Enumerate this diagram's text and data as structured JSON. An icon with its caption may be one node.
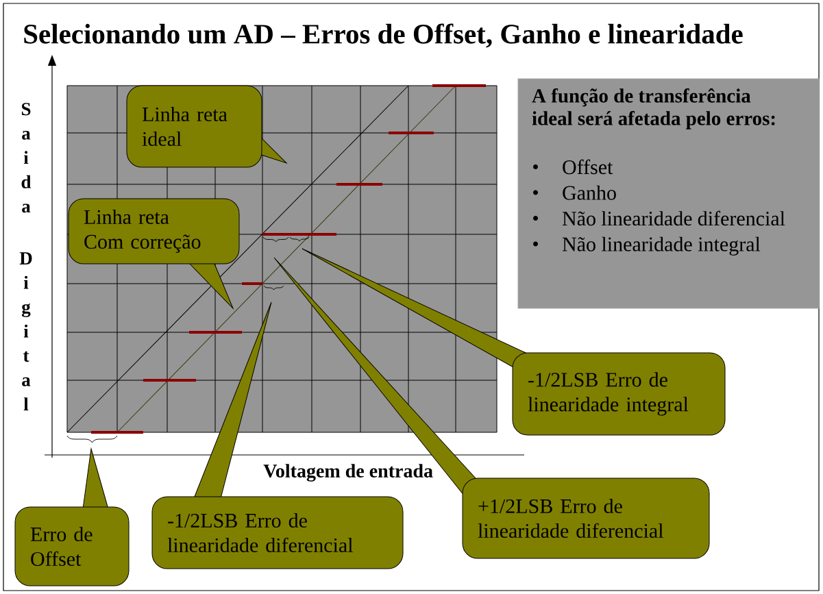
{
  "diagram": {
    "title": "Selecionando um AD – Erros de Offset, Ganho e linearidade",
    "nodes": [
      {
        "text": [
          "Linha reta ideal"
        ]
      },
      {
        "text": [
          "A função de transferência ideal será afetada pelo erros:",
          "Offset",
          "Ganho",
          "Não linearidade diferencial",
          "Não linearidade integral"
        ]
      },
      {
        "text": [
          "Linha reta Com correção"
        ]
      },
      {
        "text": [
          "-1/2LSB Erro de linearidade integral"
        ]
      },
      {
        "text": [
          "+1/2LSB Erro de linearidade diferencial"
        ]
      },
      {
        "text": [
          "-1/2LSB Erro de linearidade diferencial"
        ]
      },
      {
        "text": [
          "Erro de Offset"
        ]
      }
    ],
    "labels": [
      "Saida",
      "Digital",
      "Voltagem de entrada"
    ]
  }
}
